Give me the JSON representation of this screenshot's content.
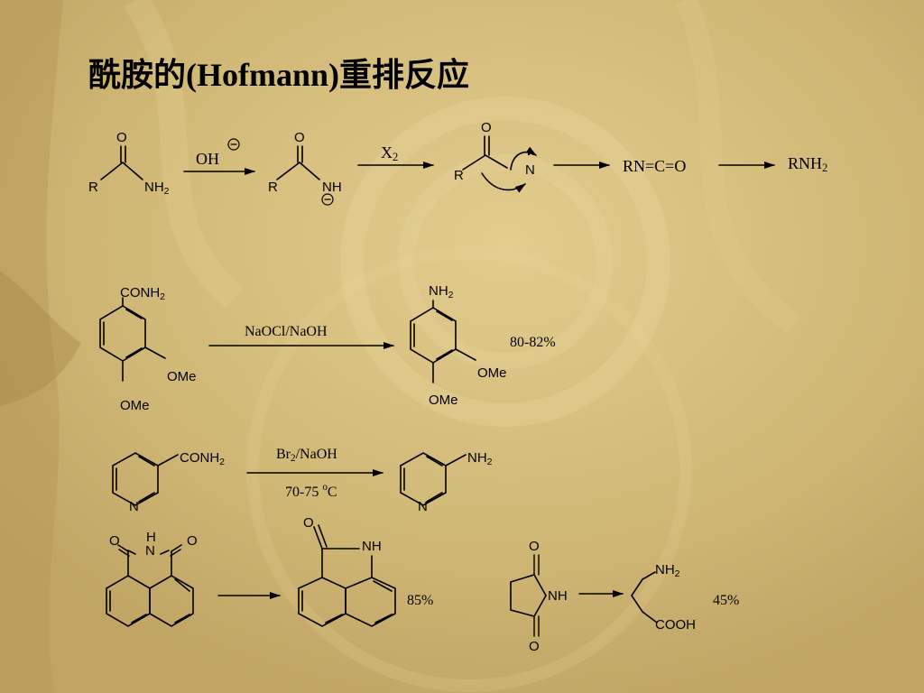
{
  "slide": {
    "title_cn1": "酰胺的",
    "title_latin": "(Hofmann)",
    "title_cn2": "重排反应"
  },
  "mechanism": {
    "o_top": "O",
    "r": "R",
    "nh2": "NH",
    "nh2_sub": "2",
    "reagent_oh": "OH",
    "minus": "−",
    "nh": "NH",
    "reagent_x": "X",
    "reagent_x_sub": "2",
    "n_label": "N",
    "lone_pair": "··",
    "isocyanate": "RN=C=O",
    "product": "RNH",
    "product_sub": "2"
  },
  "example1": {
    "reactant_group": "CONH",
    "reactant_group_sub": "2",
    "ome": "OMe",
    "reagent": "NaOCl/NaOH",
    "product_group": "NH",
    "product_group_sub": "2",
    "yield": "80-82%"
  },
  "example2": {
    "reactant_group": "CONH",
    "reactant_group_sub": "2",
    "ring_n": "N",
    "reagent_a": "Br",
    "reagent_a_sub": "2",
    "reagent_b": "/NaOH",
    "temp_a": "70-75 ",
    "temp_sup": "o",
    "temp_b": "C",
    "product_group": "NH",
    "product_group_sub": "2"
  },
  "example3": {
    "o": "O",
    "h": "H",
    "n": "N",
    "nh": "NH",
    "yield": "85%"
  },
  "example4": {
    "o": "O",
    "nh": "NH",
    "amine": "NH",
    "amine_sub": "2",
    "acid": "COOH",
    "yield": "45%"
  }
}
